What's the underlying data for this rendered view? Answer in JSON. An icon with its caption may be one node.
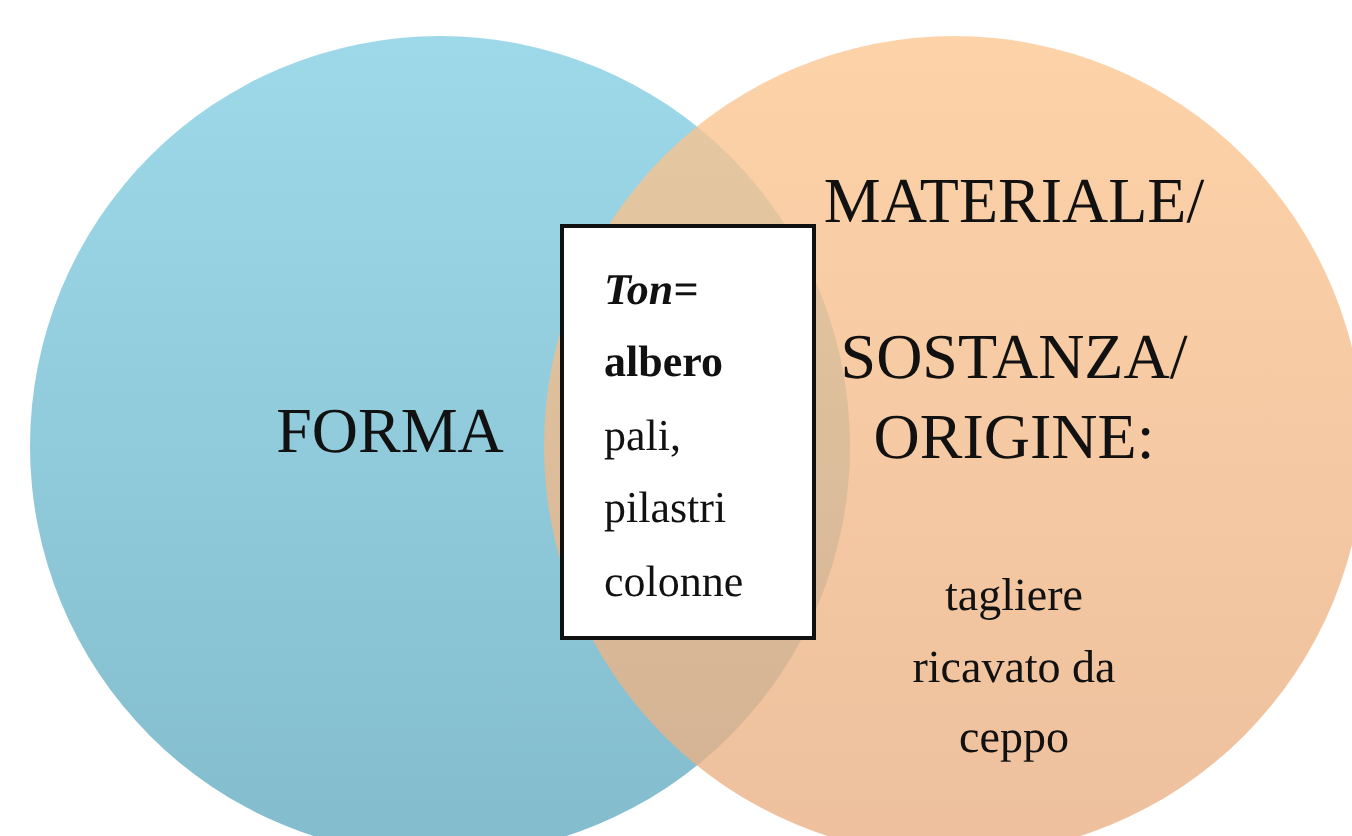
{
  "diagram": {
    "nodes": [
      {
        "text": [
          "FORMA"
        ]
      },
      {
        "text": [
          "MATERIALE/ SOSTANZA/ ORIGINE:",
          "tagliere ricavato da ceppo"
        ]
      },
      {
        "text": [
          "Ton=",
          "albero",
          "pali, pilastri colonne"
        ]
      }
    ],
    "edges": []
  }
}
